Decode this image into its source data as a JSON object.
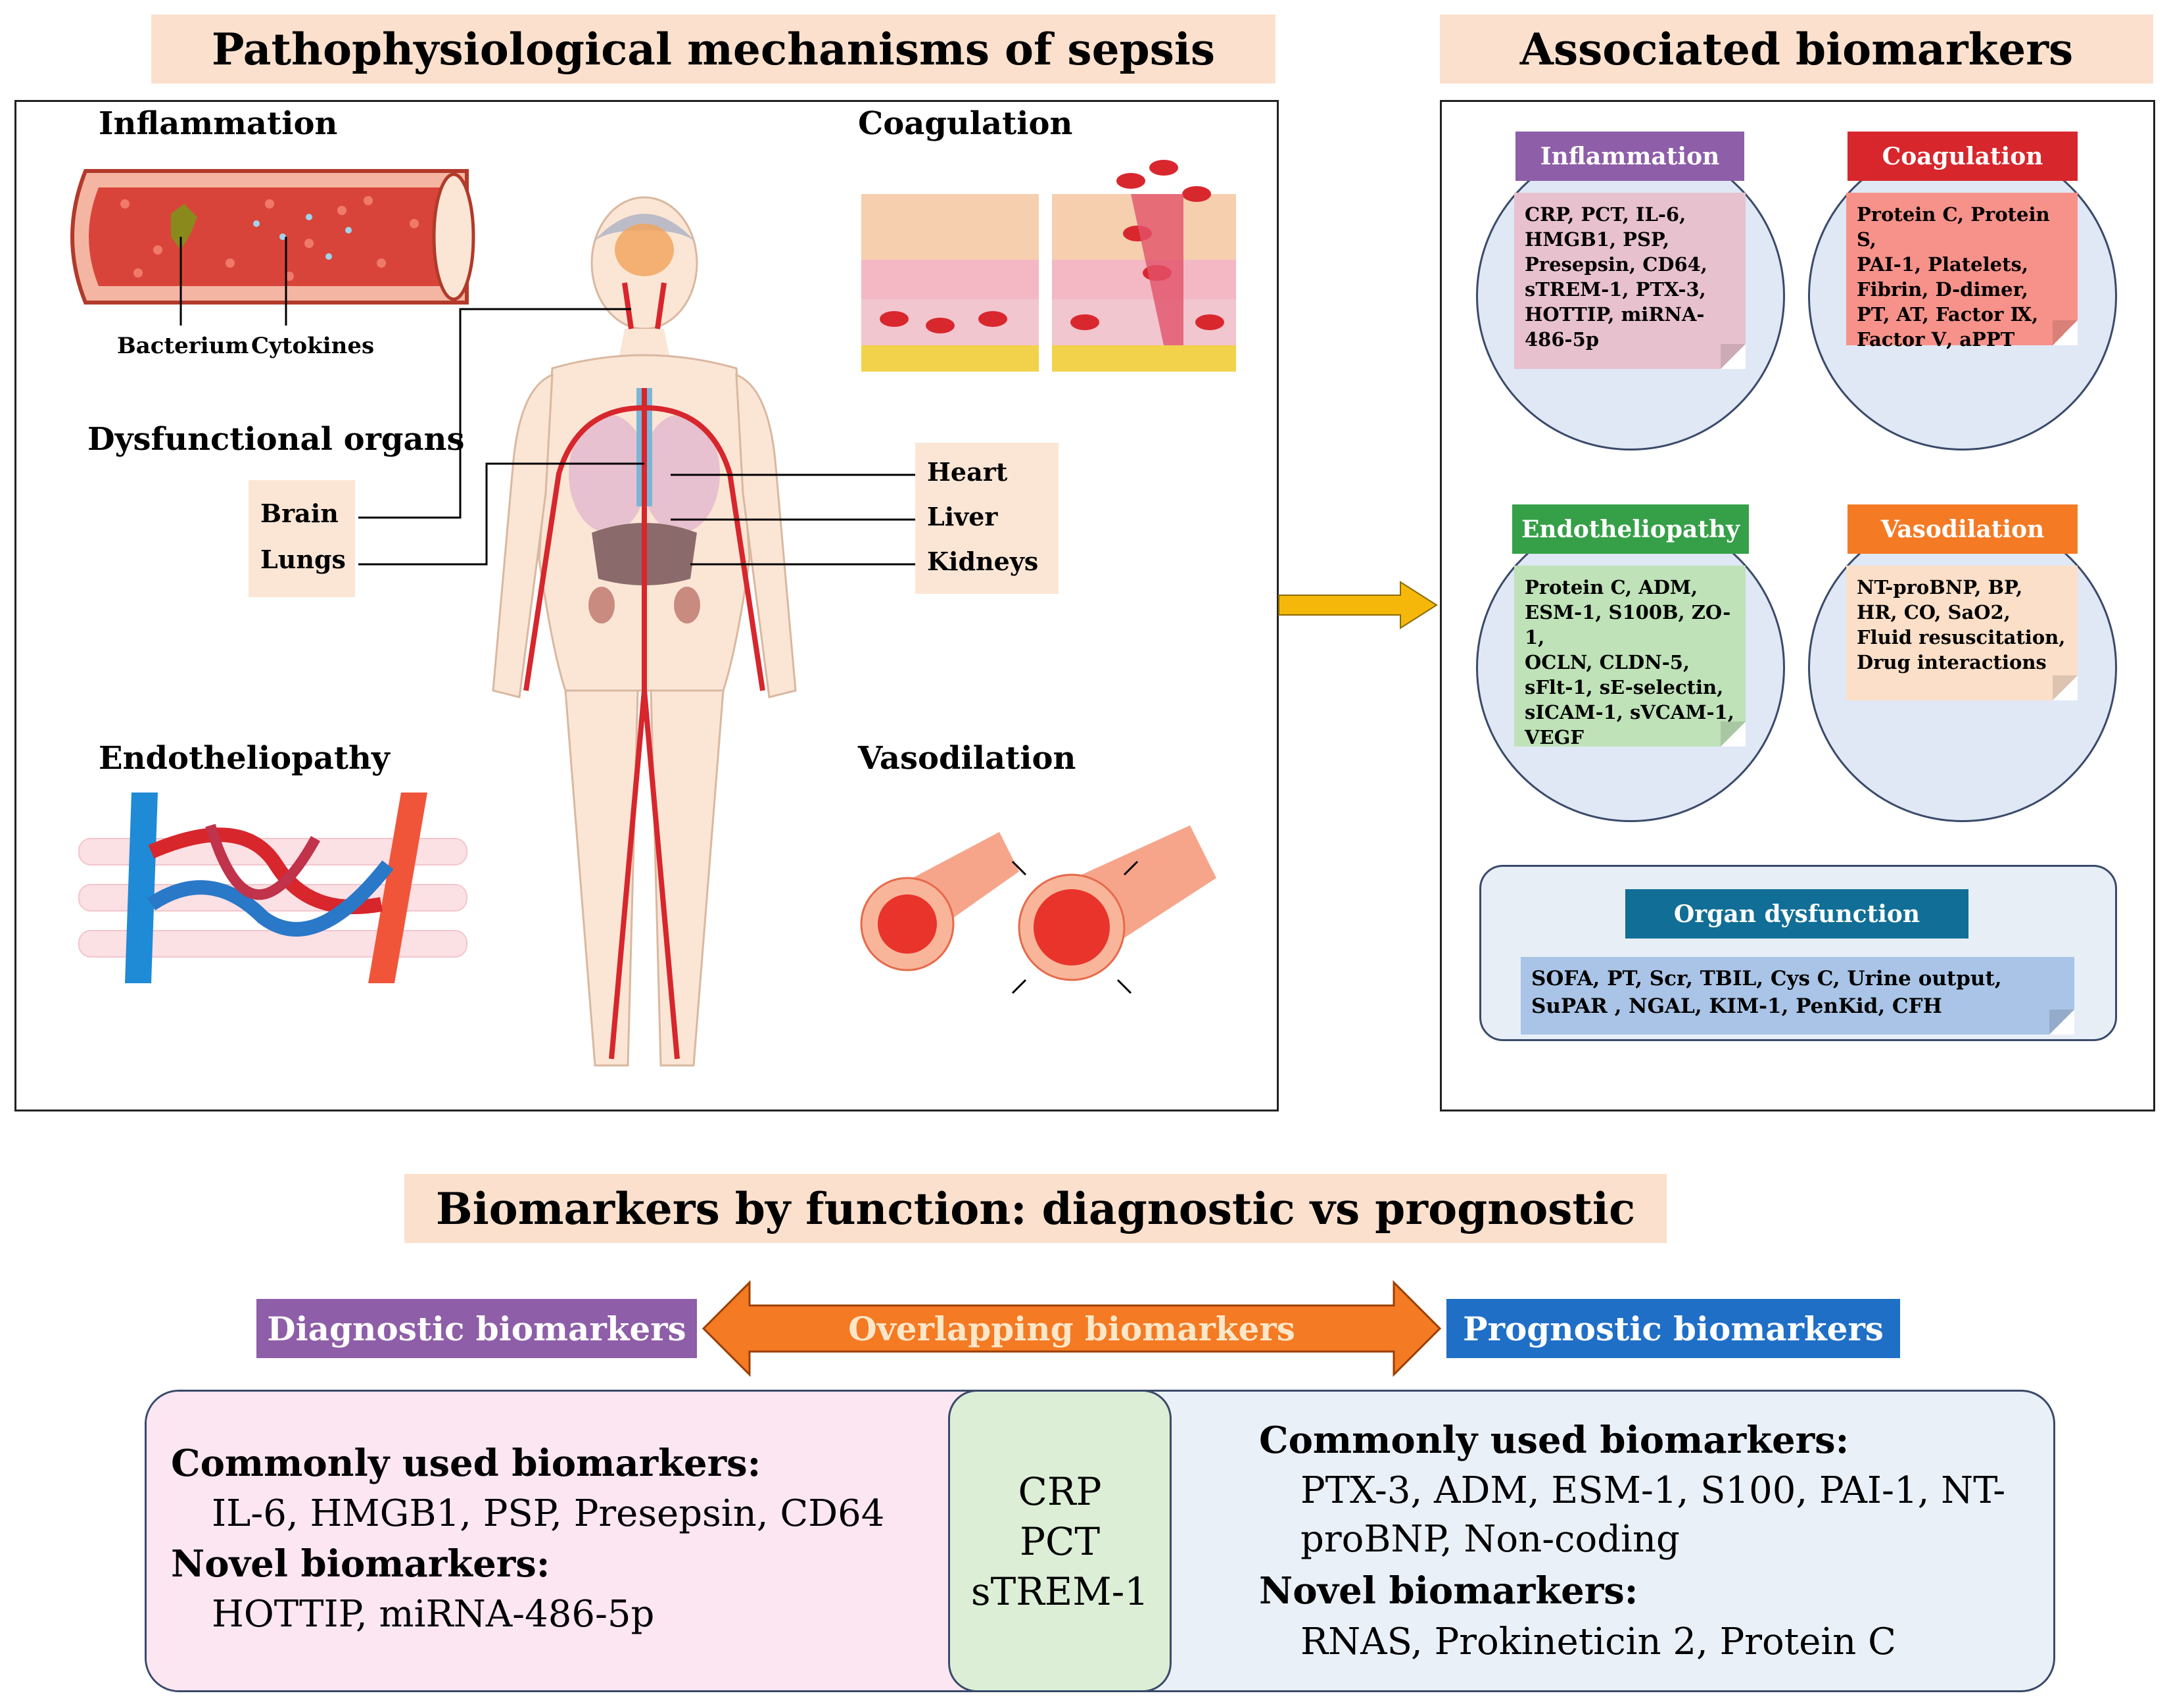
{
  "mechanisms": {
    "title": "Pathophysiological mechanisms of sepsis",
    "inflammation": "Inflammation",
    "bacterium": "Bacterium",
    "cytokines": "Cytokines",
    "coagulation": "Coagulation",
    "dysfunctional_organs": "Dysfunctional organs",
    "organs_left": [
      "Brain",
      "Lungs"
    ],
    "organs_right": [
      "Heart",
      "Liver",
      "Kidneys"
    ],
    "endotheliopathy": "Endotheliopathy",
    "vasodilation": "Vasodilation"
  },
  "biomarkers": {
    "title": "Associated biomarkers",
    "inflammation": {
      "label": "Inflammation",
      "text": "CRP, PCT, IL-6,\nHMGB1, PSP,\nPresepsin, CD64,\nsTREM-1, PTX-3,\nHOTTIP, miRNA-\n486-5p"
    },
    "coagulation": {
      "label": "Coagulation",
      "text": "Protein C, Protein S,\nPAI-1, Platelets,\nFibrin, D-dimer,\nPT, AT, Factor Ⅸ,\nFactor Ⅴ, aPPT"
    },
    "endotheliopathy": {
      "label": "Endotheliopathy",
      "text": "Protein C, ADM,\nESM-1, S100B, ZO-1,\nOCLN, CLDN-5,\nsFlt-1, sE-selectin,\nsICAM-1, sVCAM-1,\nVEGF"
    },
    "vasodilation": {
      "label": "Vasodilation",
      "text": "NT-proBNP, BP,\nHR, CO, SaO2,\nFluid resuscitation,\nDrug interactions"
    },
    "organ_dysfunction": {
      "label": "Organ dysfunction",
      "text": "SOFA, PT, Scr, TBIL, Cys C, Urine output,\nSuPAR , NGAL, KIM-1, PenKid, CFH"
    }
  },
  "function": {
    "title": "Biomarkers by function: diagnostic vs prognostic",
    "diagnostic_label": "Diagnostic biomarkers",
    "overlap_label": "Overlapping biomarkers",
    "prognostic_label": "Prognostic biomarkers",
    "diag_common_heading": "Commonly used biomarkers:",
    "diag_common_text": "IL-6, HMGB1, PSP, Presepsin, CD64",
    "diag_novel_heading": "Novel biomarkers:",
    "diag_novel_text": "HOTTIP, miRNA-486-5p",
    "overlap_text": "CRP\nPCT\nsTREM-1",
    "prog_common_heading": "Commonly used biomarkers:",
    "prog_common_text": "PTX-3, ADM, ESM-1, S100, PAI-1, NT-\nproBNP, Non-coding",
    "prog_novel_heading": "Novel biomarkers:",
    "prog_novel_text": "RNAS, Prokineticin 2, Protein C"
  },
  "colors": {
    "header_bg": "#fbe0cd",
    "inflammation": "#8e5ea8",
    "coagulation": "#d7262c",
    "endotheliopathy": "#36a048",
    "vasodilation": "#f47a24",
    "organ_dysfunction": "#116e96",
    "diagnostic": "#8e5ea8",
    "overlap": "#f47a24",
    "prognostic": "#1f6fc6"
  }
}
